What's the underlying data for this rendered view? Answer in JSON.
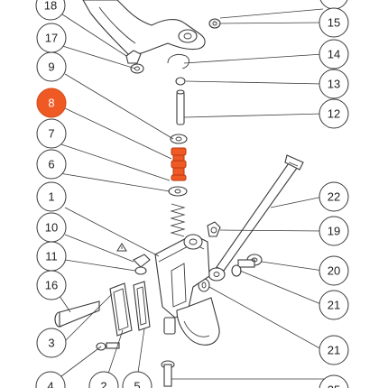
{
  "callouts": {
    "c18": "18",
    "c17": "17",
    "c9": "9",
    "c8": "8",
    "c7": "7",
    "c6": "6",
    "c1": "1",
    "c10": "10",
    "c11": "11",
    "c16": "16",
    "c3": "3",
    "c4": "4",
    "c2": "2",
    "c5": "5",
    "c15": "15",
    "c14": "14",
    "c13": "13",
    "c12": "12",
    "c22": "22",
    "c19": "19",
    "c20": "20",
    "c21a": "21",
    "c21b": "21",
    "c25": "25",
    "c_tr": ""
  },
  "colors": {
    "highlight": "#ef5a24",
    "highlight_stroke": "#b8360e",
    "line": "#3a3a3a"
  },
  "highlighted_part": "8",
  "icons": {
    "warning": "warning-triangle-icon"
  }
}
